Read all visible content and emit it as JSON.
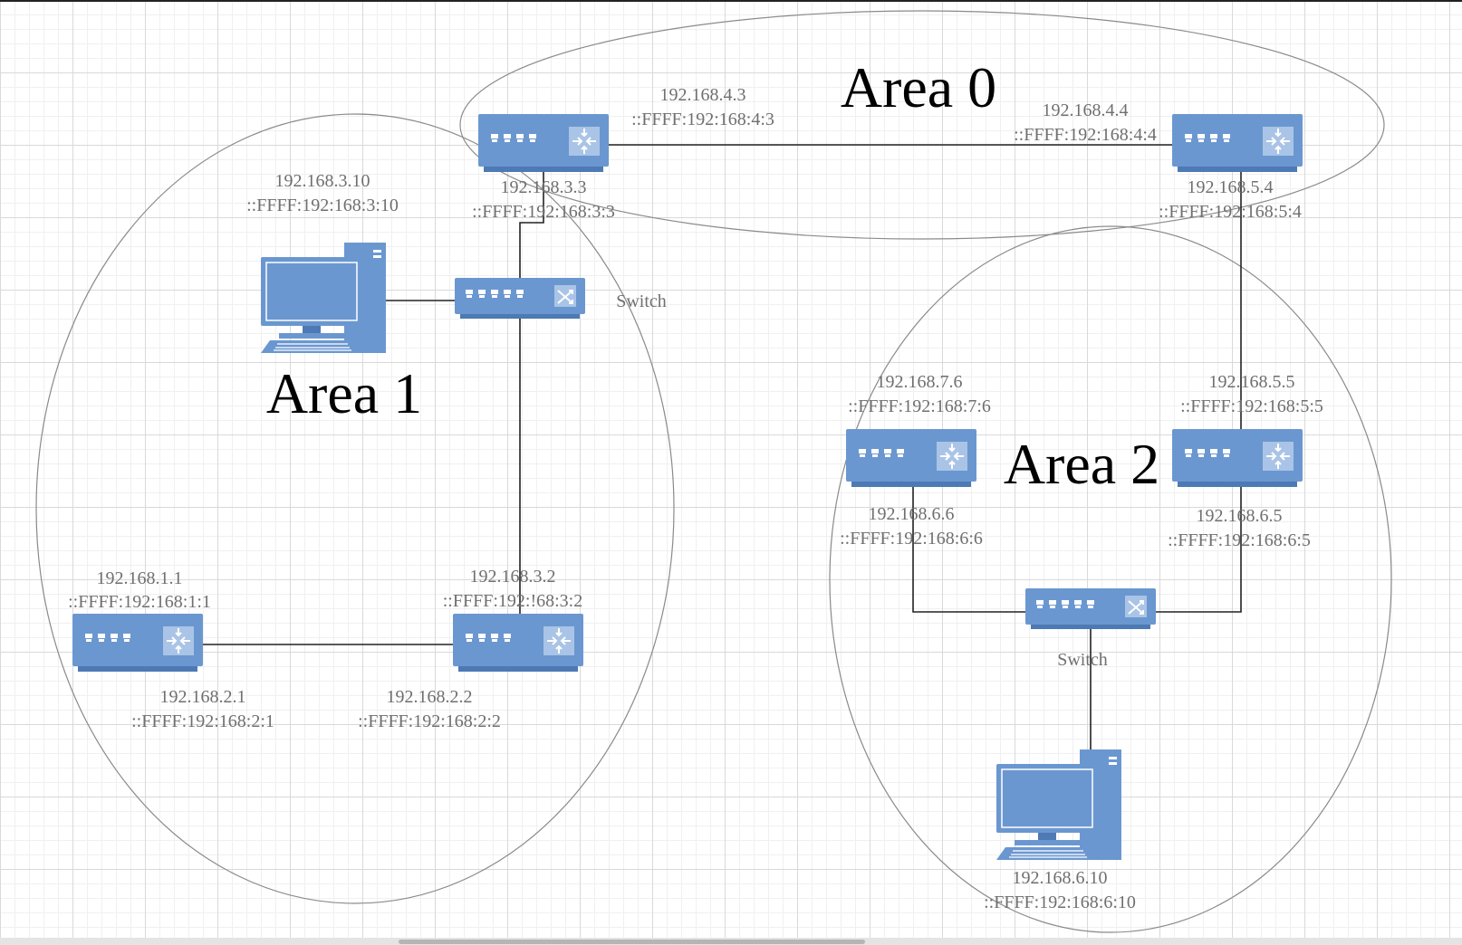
{
  "colors": {
    "device_fill": "#6b97d0",
    "device_dark": "#4d7ab5",
    "link": "#222222",
    "ellipse": "#8a8a8a",
    "label": "#6f6f6f"
  },
  "areas": {
    "area0": "Area 0",
    "area1": "Area 1",
    "area2": "Area 2"
  },
  "switches": {
    "area1_label": "Switch",
    "area2_label": "Switch"
  },
  "labels": {
    "r4_3": {
      "ipv4": "192.168.4.3",
      "ipv6": "::FFFF:192:168:4:3"
    },
    "r4_4": {
      "ipv4": "192.168.4.4",
      "ipv6": "::FFFF:192:168:4:4"
    },
    "r3_3": {
      "ipv4": "192.168.3.3",
      "ipv6": "::FFFF:192:168:3:3"
    },
    "r5_4": {
      "ipv4": "192.168.5.4",
      "ipv6": "::FFFF:192:168:5:4"
    },
    "pc1": {
      "ipv4": "192.168.3.10",
      "ipv6": "::FFFF:192:168:3:10"
    },
    "r1_1": {
      "ipv4": "192.168.1.1",
      "ipv6": "::FFFF:192:168:1:1"
    },
    "r3_2": {
      "ipv4": "192.168.3.2",
      "ipv6": "::FFFF:192:!68:3:2"
    },
    "r2_1": {
      "ipv4": "192.168.2.1",
      "ipv6": "::FFFF:192:168:2:1"
    },
    "r2_2": {
      "ipv4": "192.168.2.2",
      "ipv6": "::FFFF:192:168:2:2"
    },
    "r7_6": {
      "ipv4": "192.168.7.6",
      "ipv6": "::FFFF:192:168:7:6"
    },
    "r5_5": {
      "ipv4": "192.168.5.5",
      "ipv6": "::FFFF:192:168:5:5"
    },
    "r6_6": {
      "ipv4": "192.168.6.6",
      "ipv6": "::FFFF:192:168:6:6"
    },
    "r6_5": {
      "ipv4": "192.168.6.5",
      "ipv6": "::FFFF:192:168:6:5"
    },
    "pc2": {
      "ipv4": "192.168.6.10",
      "ipv6": "::FFFF:192:168:6:10"
    }
  },
  "icons": {
    "router": "router-icon",
    "switch": "switch-icon",
    "pc": "computer-icon"
  }
}
